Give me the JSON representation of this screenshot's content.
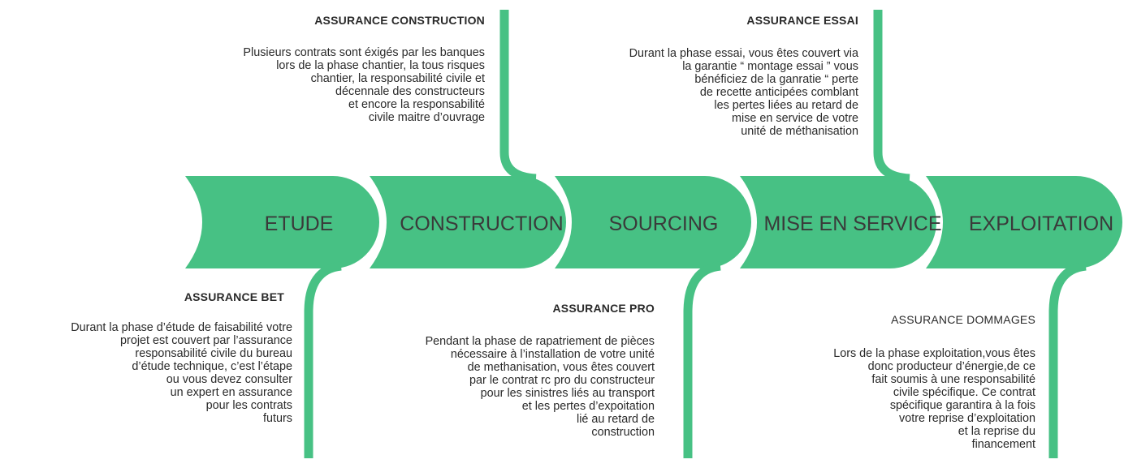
{
  "colors": {
    "accent": "#47c184",
    "text": "#2a2a2a"
  },
  "stages": [
    {
      "label": "ETUDE"
    },
    {
      "label": "CONSTRUCTION"
    },
    {
      "label": "SOURCING"
    },
    {
      "label": "MISE EN SERVICE"
    },
    {
      "label": "EXPLOITATION"
    }
  ],
  "blocks": {
    "construction": {
      "title": "ASSURANCE CONSTRUCTION",
      "lines": [
        "Plusieurs contrats sont éxigés par les banques",
        "lors de la phase chantier, la tous risques",
        "chantier, la responsabilité civile et",
        "décennale des constructeurs",
        "et encore la responsabilité",
        "civile maitre d’ouvrage"
      ]
    },
    "essai": {
      "title": "ASSURANCE ESSAI",
      "lines": [
        "Durant la phase essai, vous êtes couvert via",
        "la garantie “ montage essai ”  vous",
        "bénéficiez de la ganratie “ perte",
        "de recette anticipées comblant",
        "les pertes liées au retard de",
        "mise en service de votre",
        "unité de méthanisation"
      ]
    },
    "bet": {
      "title": "ASSURANCE BET",
      "lines": [
        "Durant la phase  d’étude de  faisabilité votre",
        "projet est couvert par l’assurance",
        "responsabilité civile du bureau",
        "d’étude technique, c’est l’étape",
        "ou vous devez consulter",
        "un expert en assurance",
        "pour les contrats",
        "futurs"
      ]
    },
    "pro": {
      "title": "ASSURANCE PRO",
      "lines": [
        "Pendant la phase de rapatriement de pièces",
        "nécessaire à l’installation de votre unité",
        "de methanisation, vous êtes couvert",
        "par le contrat rc pro du constructeur",
        "pour les sinistres liés au transport",
        "et les pertes d’expoitation",
        "lié au retard de",
        "construction"
      ]
    },
    "dommages": {
      "title": "ASSURANCE DOMMAGES",
      "lines": [
        "Lors de la phase exploitation,vous êtes",
        "donc producteur d’énergie,de ce",
        "fait soumis à une responsabilité",
        "civile spécifique. Ce contrat",
        "spécifique garantira à la fois",
        "votre reprise d’exploitation",
        "et la reprise du",
        "financement"
      ]
    }
  }
}
